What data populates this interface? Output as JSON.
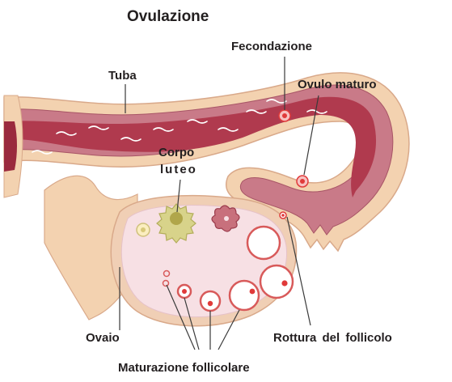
{
  "title": "Ovulazione",
  "labels": {
    "fecondazione": "Fecondazione",
    "tuba": "Tuba",
    "ovulo_maturo": "Ovulo maturo",
    "corpo": "Corpo",
    "luteo": "luteo",
    "ovaio": "Ovaio",
    "rottura": "Rottura del follicolo",
    "maturazione": "Maturazione follicolare"
  },
  "colors": {
    "tube_outer": "#f3d2b0",
    "tube_muscle": "#c97a88",
    "tube_lumen": "#b03a4e",
    "ovary_outer": "#f0cfb5",
    "ovary_inner": "#f7e0e4",
    "follicle_ring": "#d85a5a",
    "egg": "#e03a3a",
    "corpus_luteum": "#c9c66a",
    "leader_line": "#3a3a3a"
  }
}
